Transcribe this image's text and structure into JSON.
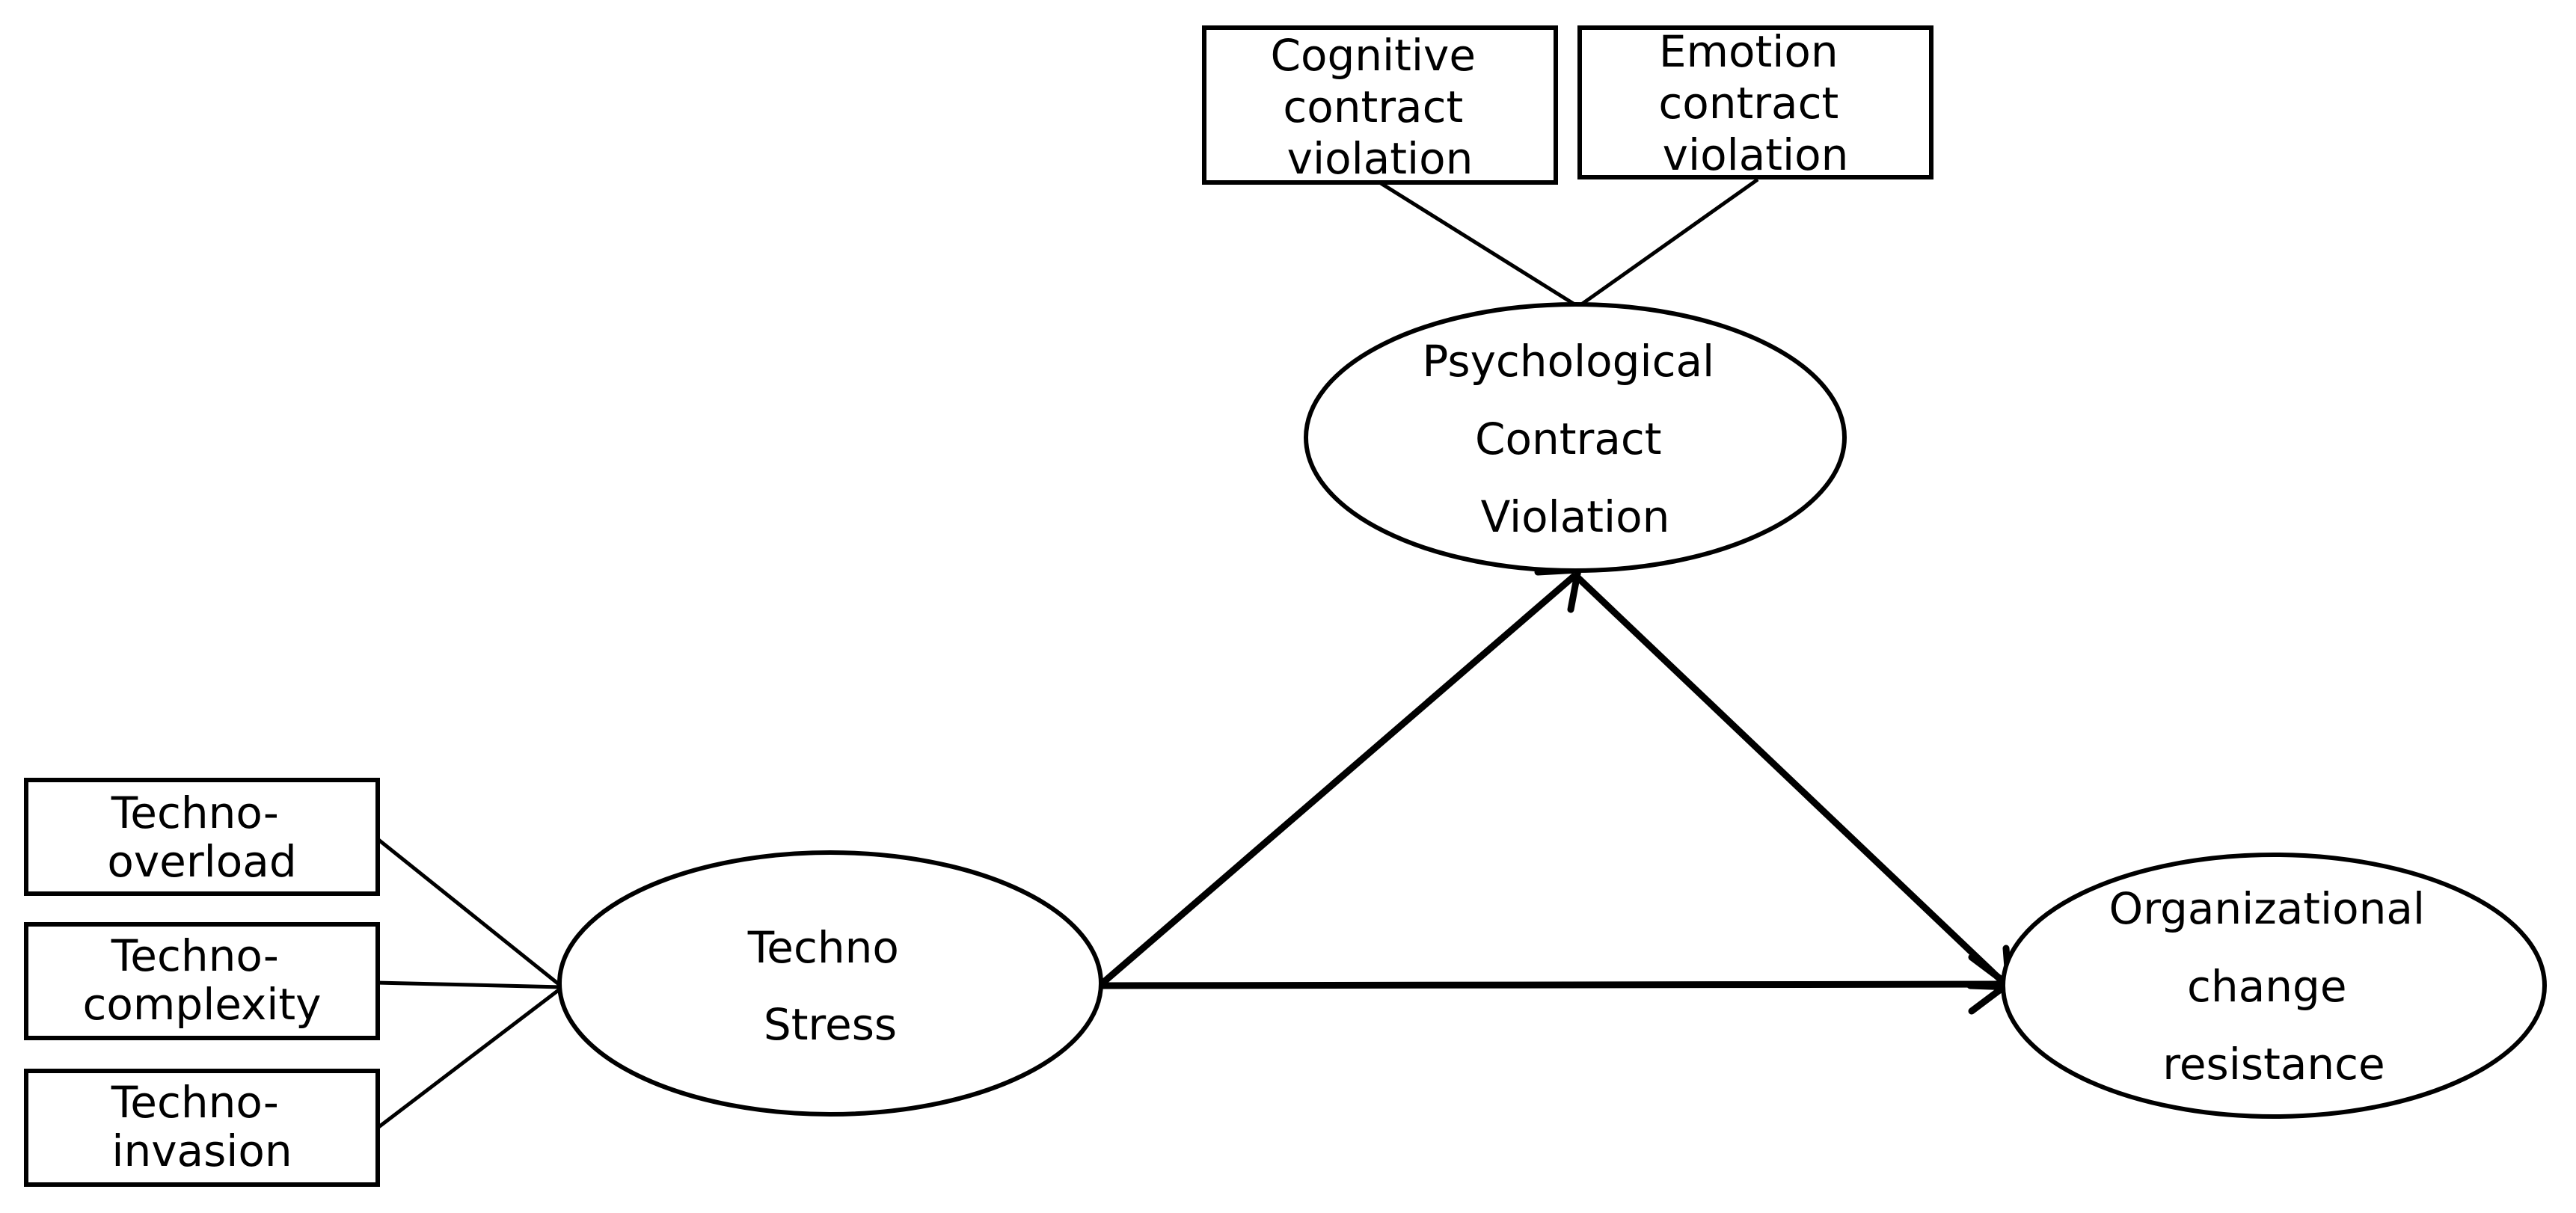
{
  "indicators": {
    "techno_overload": [
      "Techno-",
      "overload"
    ],
    "techno_complexity": [
      "Techno-",
      "complexity"
    ],
    "techno_invasion": [
      "Techno-",
      "invasion"
    ],
    "cognitive_contract_violation": [
      "Cognitive",
      "contract",
      "violation"
    ],
    "emotion_contract_violation": [
      "Emotion",
      "contract",
      "violation"
    ]
  },
  "constructs": {
    "techno_stress": [
      "Techno",
      "Stress"
    ],
    "psychological_contract_violation": [
      "Psychological",
      "Contract",
      "Violation"
    ],
    "organizational_change_resistance": [
      "Organizational",
      "change",
      "resistance"
    ]
  },
  "paths": [
    {
      "from": "techno_stress",
      "to": "psychological_contract_violation"
    },
    {
      "from": "psychological_contract_violation",
      "to": "organizational_change_resistance"
    },
    {
      "from": "techno_stress",
      "to": "organizational_change_resistance"
    }
  ]
}
